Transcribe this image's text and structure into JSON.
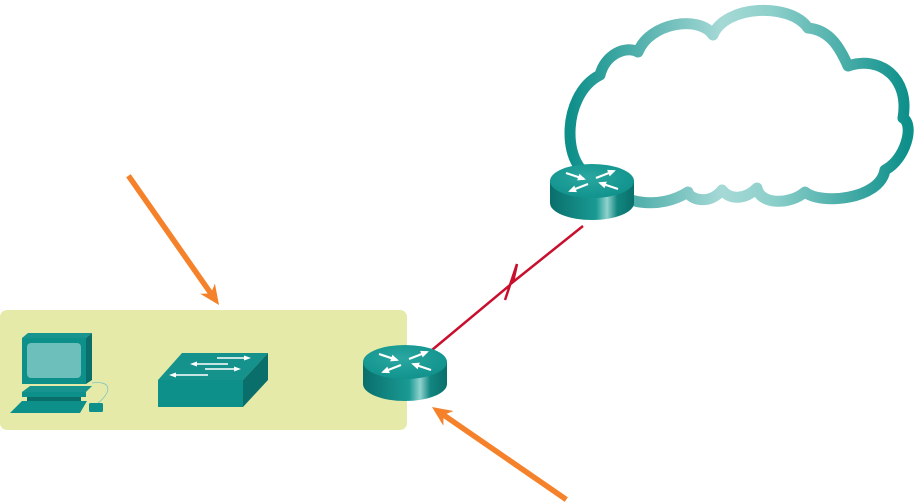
{
  "diagram": {
    "title": "",
    "colors": {
      "lan_area": "#e6eaa8",
      "device_teal": "#0d8f8a",
      "device_teal_dark": "#0a6f6b",
      "device_teal_light": "#5fb8b2",
      "screen": "#6cbfba",
      "cloud_stroke": "#1a9892",
      "cloud_stroke_light": "#a6d9d6",
      "serial_link": "#c8102e",
      "callout_arrow": "#f5822a"
    },
    "nodes": [
      {
        "id": "pc",
        "type": "workstation",
        "label": ""
      },
      {
        "id": "switch",
        "type": "switch",
        "label": ""
      },
      {
        "id": "router-lan",
        "type": "router",
        "label": ""
      },
      {
        "id": "router-isp",
        "type": "router",
        "label": ""
      },
      {
        "id": "internet-cloud",
        "type": "cloud",
        "label": ""
      }
    ],
    "groups": [
      {
        "id": "lan",
        "members": [
          "pc",
          "switch",
          "router-lan"
        ],
        "label": ""
      }
    ],
    "links": [
      {
        "from": "router-lan",
        "to": "router-isp",
        "type": "serial-wan",
        "label": ""
      },
      {
        "from": "router-isp",
        "to": "internet-cloud",
        "type": "connection",
        "label": ""
      }
    ],
    "callouts": [
      {
        "id": "arrow-lan",
        "points_to": "lan",
        "label": ""
      },
      {
        "id": "arrow-router",
        "points_to": "router-lan",
        "label": ""
      }
    ]
  }
}
